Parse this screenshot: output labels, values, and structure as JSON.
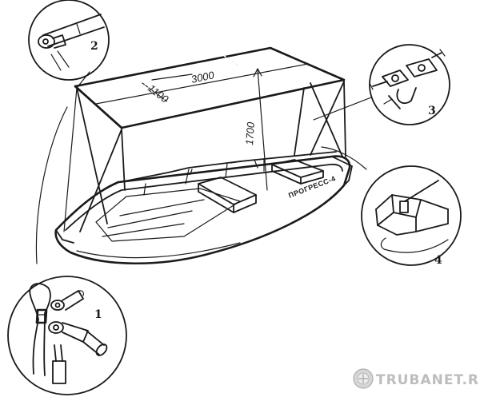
{
  "dimensions": {
    "length": "3000",
    "width": "1100",
    "height": "1700"
  },
  "callouts": {
    "c1": "1",
    "c2": "2",
    "c3": "3",
    "c4": "4"
  },
  "hull_name": "ПРОГРЕСС-4",
  "watermark": "TRUBANET.RU",
  "colors": {
    "ink": "#1a1a1a",
    "canopy_fill": "#6e6e6e",
    "watermark": "#bdbdbd"
  }
}
